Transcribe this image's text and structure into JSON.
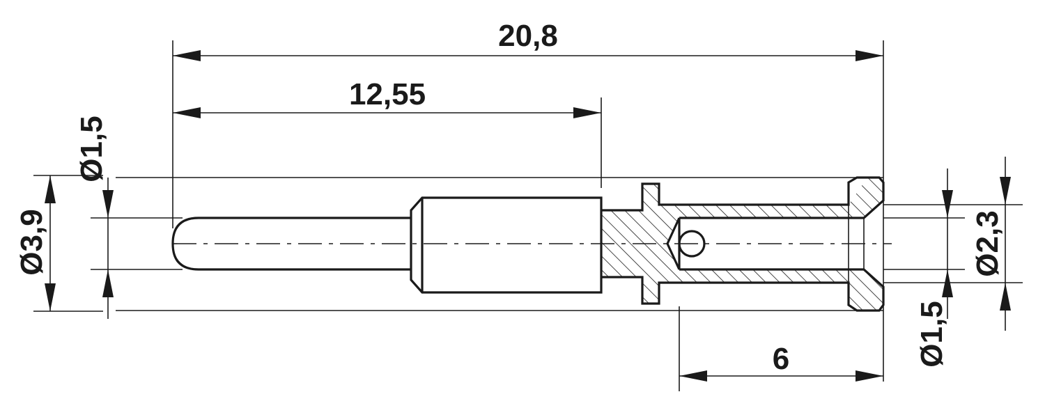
{
  "drawing": {
    "subject": "",
    "dimensions": {
      "overall_length": "20,8",
      "pin_length": "12,55",
      "crimp_length": "6",
      "outer_diameter": "Ø3,9",
      "pin_diameter": "Ø1,5",
      "crimp_outer_diameter": "Ø2,3",
      "crimp_inner_diameter": "Ø1,5"
    },
    "colors": {
      "line": "#1a1a1a",
      "background": "#ffffff"
    }
  }
}
